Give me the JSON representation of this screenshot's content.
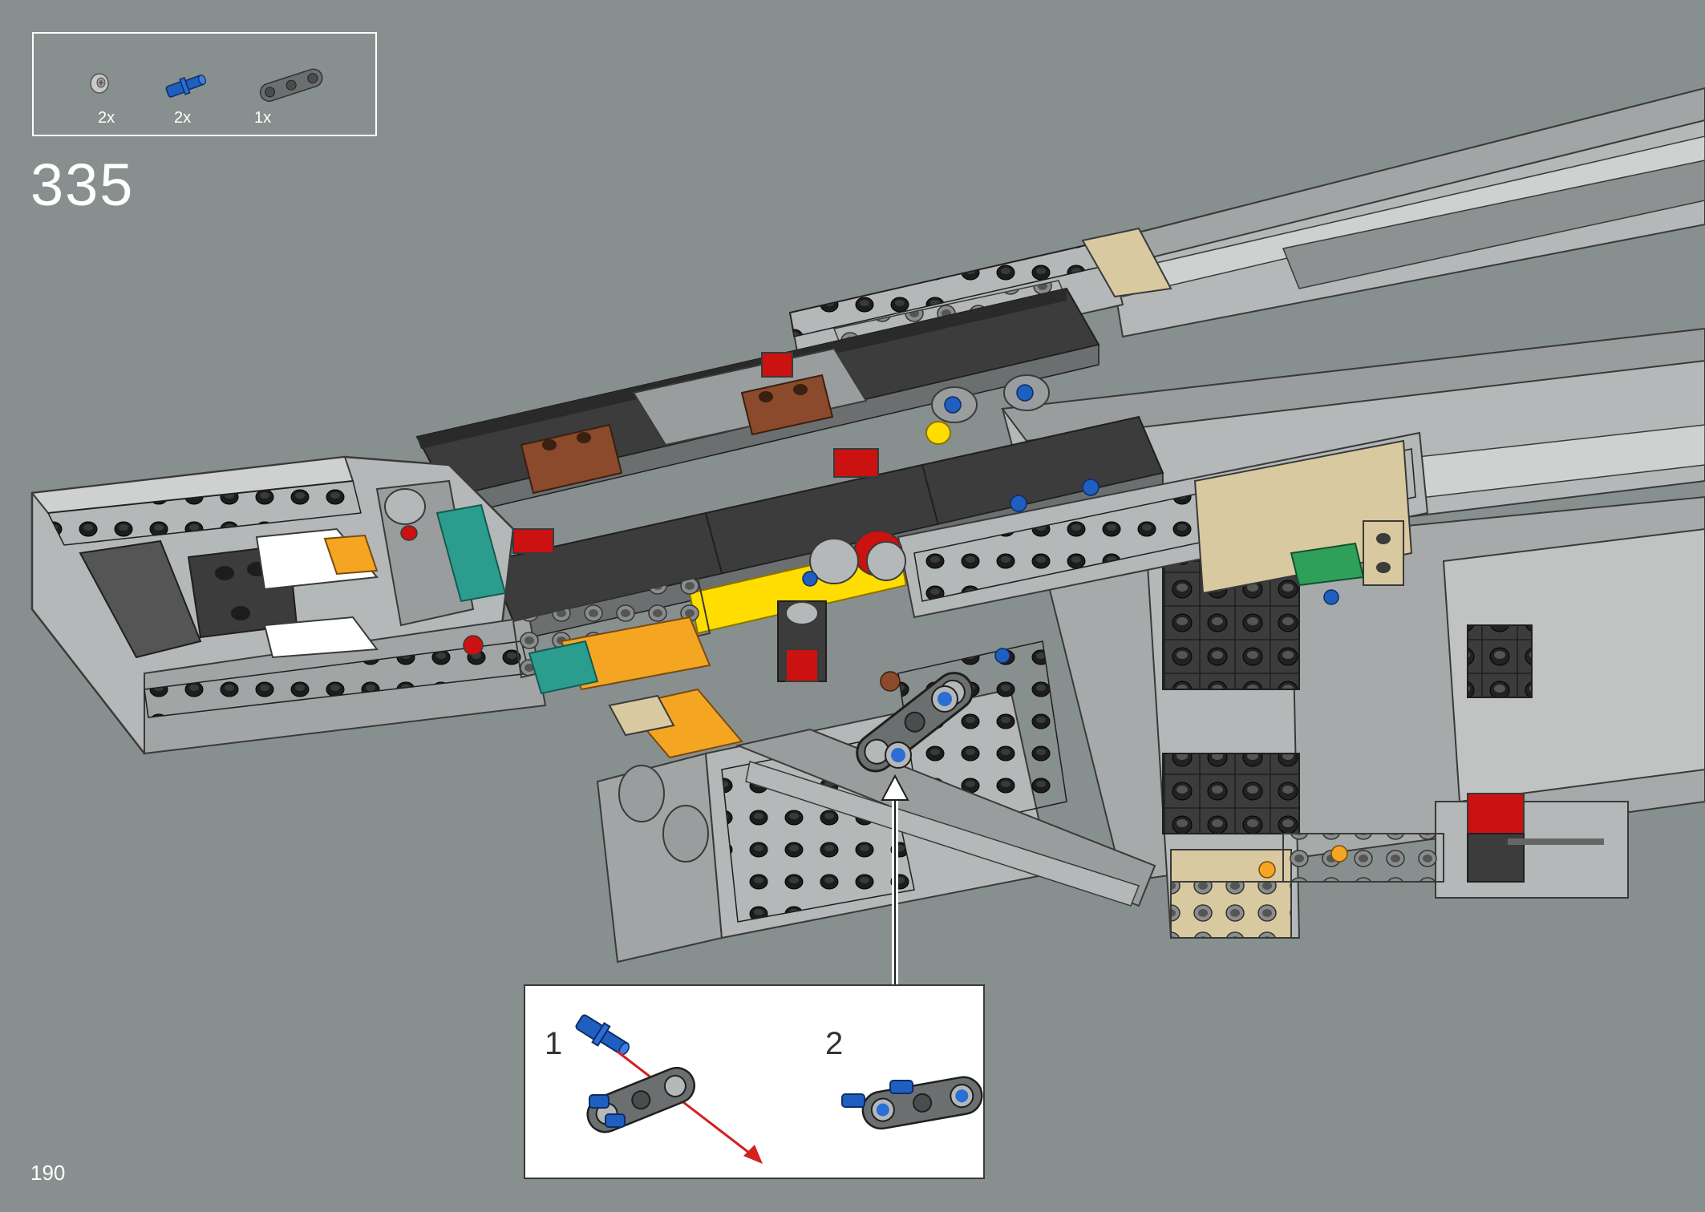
{
  "parts_list": {
    "items": [
      {
        "name": "technic-bush",
        "qty": "2x",
        "color": "#c9c9c9"
      },
      {
        "name": "technic-axle-pin",
        "qty": "2x",
        "color": "#1f5fbf"
      },
      {
        "name": "technic-beam-3",
        "qty": "1x",
        "color": "#6b6f70"
      }
    ]
  },
  "step": {
    "number": "335"
  },
  "callout": {
    "substeps": [
      {
        "number": "1"
      },
      {
        "number": "2"
      }
    ],
    "arrow_color": "#d22222"
  },
  "page": {
    "number": "190"
  },
  "colors": {
    "background": "#87908f",
    "light_grey": "#b5b8b8",
    "dark_grey": "#3c3c3c",
    "tan": "#d8c9a0",
    "yellow": "#ffdd00",
    "red": "#cc1111",
    "brown": "#8b4a2b",
    "orange": "#f4a623",
    "teal": "#2a9d8f",
    "blue": "#1f5fbf"
  }
}
